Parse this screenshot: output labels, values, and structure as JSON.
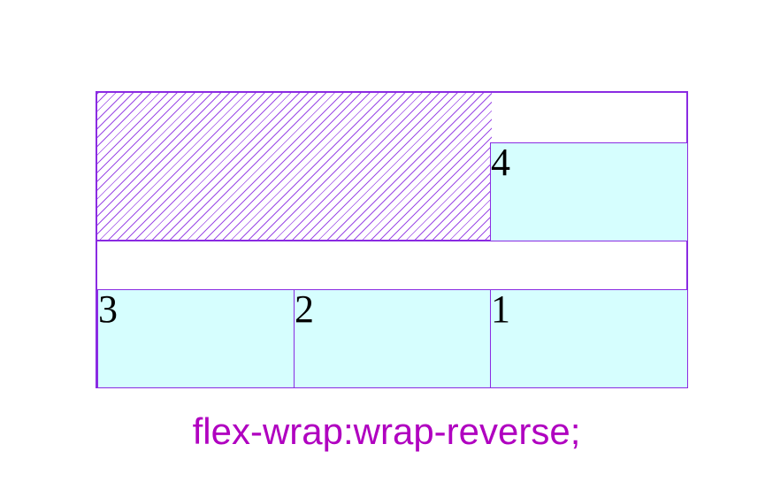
{
  "diagram": {
    "items": [
      {
        "label": "4"
      },
      {
        "label": "3"
      },
      {
        "label": "2"
      },
      {
        "label": "1"
      }
    ],
    "caption": "flex-wrap:wrap-reverse;"
  },
  "colors": {
    "border": "#8A2BE2",
    "item_fill": "#D6FEFE",
    "caption": "#B000C0"
  }
}
